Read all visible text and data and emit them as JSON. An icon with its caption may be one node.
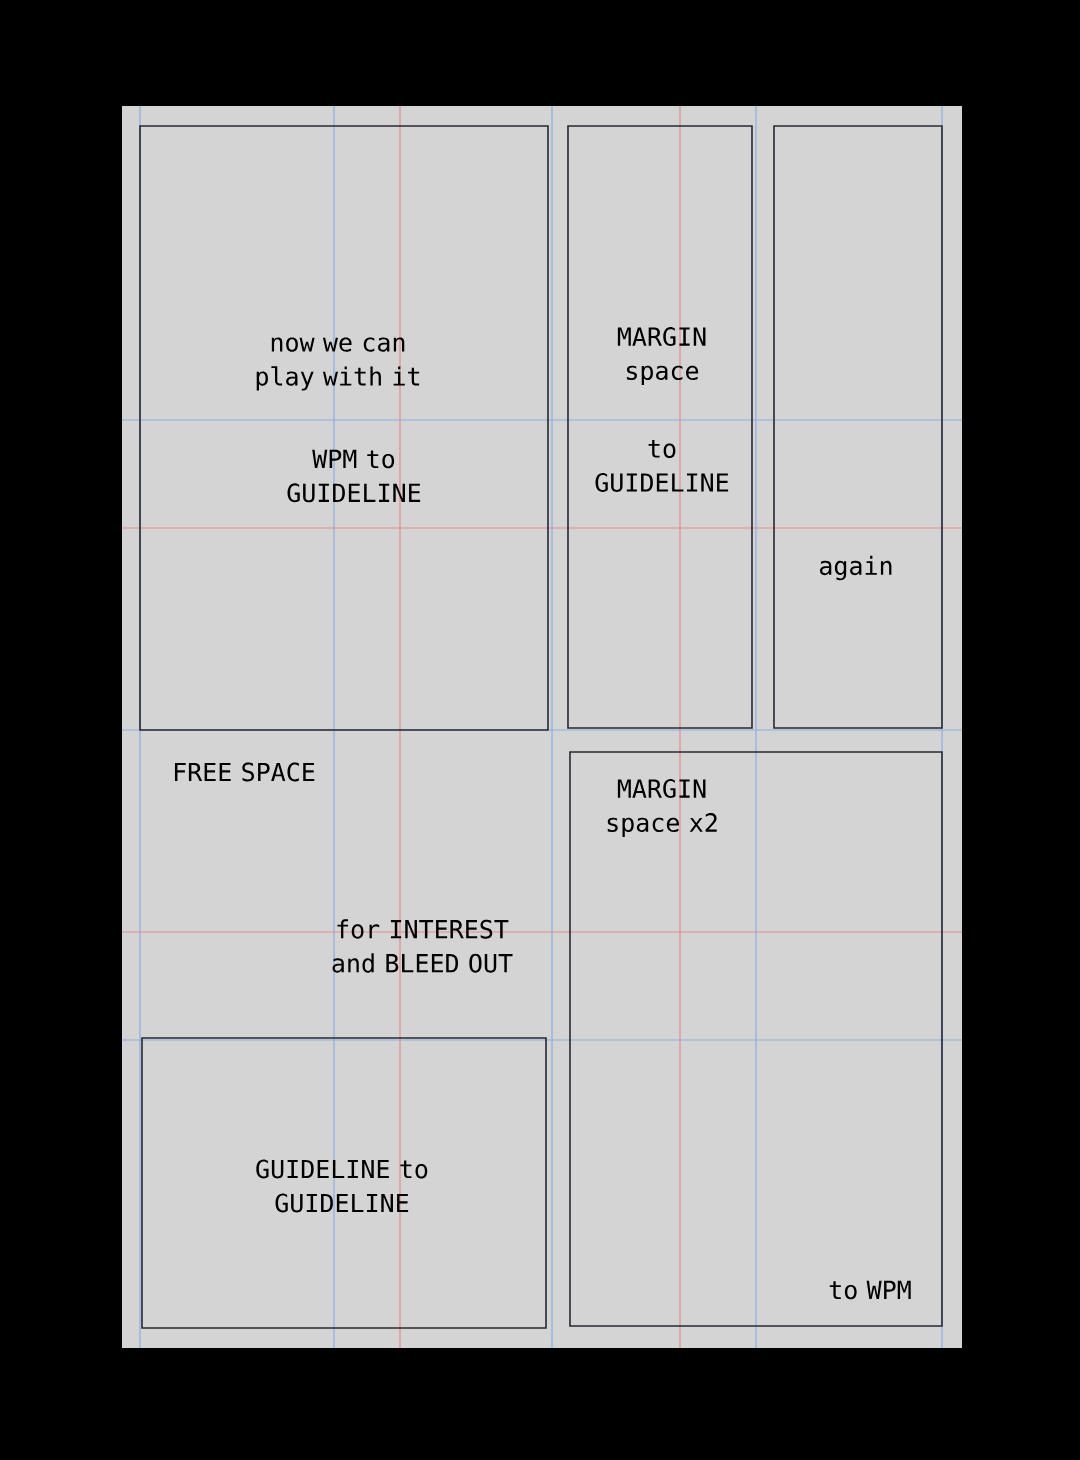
{
  "diagram": {
    "nodes": [
      {
        "text": [
          "now we can play with it",
          "WPM to GUIDELINE"
        ]
      },
      {
        "text": [
          "MARGIN space",
          "to GUIDELINE"
        ]
      },
      {
        "text": [
          "again"
        ]
      },
      {
        "text": [
          "MARGIN space x2",
          "to WPM"
        ]
      },
      {
        "text": [
          "GUIDELINE to GUIDELINE"
        ]
      }
    ],
    "labels": [
      "FREE SPACE",
      "for INTEREST and BLEED OUT"
    ]
  }
}
